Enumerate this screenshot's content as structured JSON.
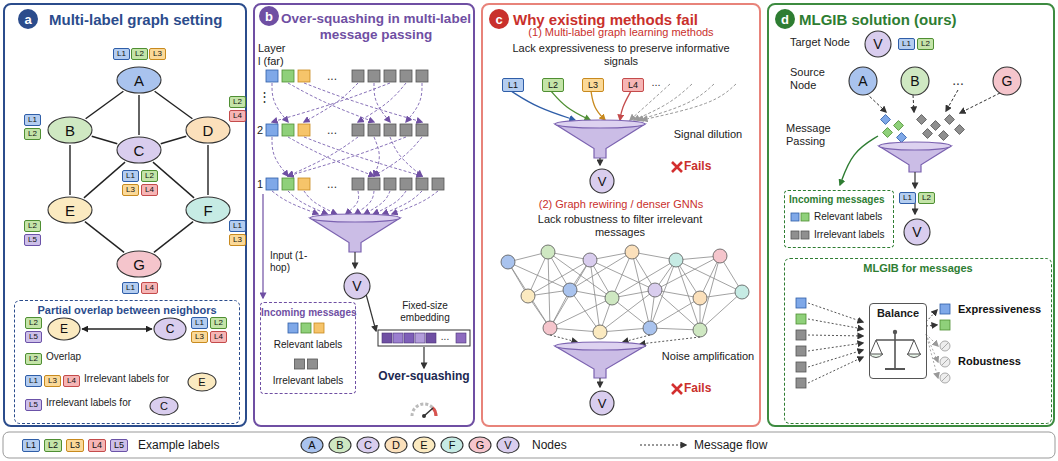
{
  "diagram": {
    "nodes": [
      {
        "text": [
          "Multi-label graph setting"
        ]
      },
      {
        "text": [
          "a"
        ],
        "in": 0
      },
      {
        "text": [
          "A"
        ],
        "in": 0
      },
      {
        "text": [
          "L1"
        ],
        "in": 0
      },
      {
        "text": [
          "L2"
        ],
        "in": 0
      },
      {
        "text": [
          "L3"
        ],
        "in": 0
      },
      {
        "text": [
          "B"
        ],
        "in": 0
      },
      {
        "text": [
          "L1"
        ],
        "in": 0
      },
      {
        "text": [
          "L2"
        ],
        "in": 0
      },
      {
        "text": [
          "C"
        ],
        "in": 0
      },
      {
        "text": [
          "L1"
        ],
        "in": 0
      },
      {
        "text": [
          "L2"
        ],
        "in": 0
      },
      {
        "text": [
          "L3"
        ],
        "in": 0
      },
      {
        "text": [
          "L4"
        ],
        "in": 0
      },
      {
        "text": [
          "D"
        ],
        "in": 0
      },
      {
        "text": [
          "L2"
        ],
        "in": 0
      },
      {
        "text": [
          "L4"
        ],
        "in": 0
      },
      {
        "text": [
          "E"
        ],
        "in": 0
      },
      {
        "text": [
          "L2"
        ],
        "in": 0
      },
      {
        "text": [
          "L5"
        ],
        "in": 0
      },
      {
        "text": [
          "F"
        ],
        "in": 0
      },
      {
        "text": [
          "L1"
        ],
        "in": 0
      },
      {
        "text": [
          "L3"
        ],
        "in": 0
      },
      {
        "text": [
          "G"
        ],
        "in": 0
      },
      {
        "text": [
          "L1"
        ],
        "in": 0
      },
      {
        "text": [
          "L4"
        ],
        "in": 0
      },
      {
        "text": [
          "Partial overlap between neighbors"
        ],
        "in": 0
      },
      {
        "text": [
          "L2"
        ],
        "in": 26
      },
      {
        "text": [
          "L5"
        ],
        "in": 26
      },
      {
        "text": [
          "E"
        ],
        "in": 26
      },
      {
        "text": [
          "C"
        ],
        "in": 26
      },
      {
        "text": [
          "L1"
        ],
        "in": 26
      },
      {
        "text": [
          "L2"
        ],
        "in": 26
      },
      {
        "text": [
          "L3"
        ],
        "in": 26
      },
      {
        "text": [
          "L4"
        ],
        "in": 26
      },
      {
        "text": [
          "L2"
        ],
        "in": 26
      },
      {
        "text": [
          "L1"
        ],
        "in": 26
      },
      {
        "text": [
          "L3"
        ],
        "in": 26
      },
      {
        "text": [
          "L4"
        ],
        "in": 26
      },
      {
        "text": [
          "E"
        ],
        "in": 26
      },
      {
        "text": [
          "L5"
        ],
        "in": 26
      },
      {
        "text": [
          "C"
        ],
        "in": 26
      },
      {
        "text": [
          "Over-squashing in multi-label message passing"
        ]
      },
      {
        "text": [
          "b"
        ],
        "in": 42
      },
      {
        "text": [
          "V"
        ],
        "in": 42
      },
      {
        "text": [
          "Incoming messages",
          "Relevant labels",
          "Irrelevant labels"
        ],
        "in": 42
      },
      {
        "text": [
          "Why existing methods fail"
        ]
      },
      {
        "text": [
          "c"
        ],
        "in": 46
      },
      {
        "text": [
          "L1"
        ],
        "in": 46
      },
      {
        "text": [
          "L2"
        ],
        "in": 46
      },
      {
        "text": [
          "L3"
        ],
        "in": 46
      },
      {
        "text": [
          "L4"
        ],
        "in": 46
      },
      {
        "text": [
          "V"
        ],
        "in": 46
      },
      {
        "text": [
          "V"
        ],
        "in": 46
      },
      {
        "text": [
          "MLGIB solution (ours)"
        ]
      },
      {
        "text": [
          "d"
        ],
        "in": 54
      },
      {
        "text": [
          "V"
        ],
        "in": 54
      },
      {
        "text": [
          "L1"
        ],
        "in": 54
      },
      {
        "text": [
          "L2"
        ],
        "in": 54
      },
      {
        "text": [
          "A"
        ],
        "in": 54
      },
      {
        "text": [
          "B"
        ],
        "in": 54
      },
      {
        "text": [
          "G"
        ],
        "in": 54
      },
      {
        "text": [
          "Incoming messages",
          "Relevant labels",
          "Irrelevant labels"
        ],
        "in": 54
      },
      {
        "text": [
          "L1"
        ],
        "in": 54
      },
      {
        "text": [
          "L2"
        ],
        "in": 54
      },
      {
        "text": [
          "V"
        ],
        "in": 54
      },
      {
        "text": [
          "MLGIB for messages"
        ],
        "in": 54
      },
      {
        "text": [
          "Balance"
        ],
        "in": 66
      },
      {
        "text": [
          "L1"
        ]
      },
      {
        "text": [
          "L2"
        ]
      },
      {
        "text": [
          "L3"
        ]
      },
      {
        "text": [
          "L4"
        ]
      },
      {
        "text": [
          "L5"
        ]
      },
      {
        "text": [
          "A"
        ]
      },
      {
        "text": [
          "B"
        ]
      },
      {
        "text": [
          "C"
        ]
      },
      {
        "text": [
          "D"
        ]
      },
      {
        "text": [
          "E"
        ]
      },
      {
        "text": [
          "F"
        ]
      },
      {
        "text": [
          "G"
        ]
      },
      {
        "text": [
          "V"
        ]
      }
    ],
    "edges": [
      {
        "from": 2,
        "to": 6,
        "arrow": "none"
      },
      {
        "from": 2,
        "to": 9,
        "arrow": "none"
      },
      {
        "from": 2,
        "to": 14,
        "arrow": "none"
      },
      {
        "from": 6,
        "to": 9,
        "arrow": "none"
      },
      {
        "from": 9,
        "to": 14,
        "arrow": "none"
      },
      {
        "from": 6,
        "to": 17,
        "arrow": "none"
      },
      {
        "from": 14,
        "to": 20,
        "arrow": "none"
      },
      {
        "from": 9,
        "to": 17,
        "arrow": "none"
      },
      {
        "from": 9,
        "to": 20,
        "arrow": "none"
      },
      {
        "from": 17,
        "to": 23,
        "arrow": "none"
      },
      {
        "from": 20,
        "to": 23,
        "arrow": "none"
      },
      {
        "from": 29,
        "to": 30,
        "arrow": "both"
      }
    ],
    "labels": [
      "Overlap",
      "Irrelevant labels for",
      "Irrelevant labels for",
      "Layer l (far)",
      "⋮",
      "2",
      "1",
      "...",
      "...",
      "...",
      "Input (1-hop)",
      "Fixed-size embedding",
      "...",
      "Over-squashing",
      "(1) Multi-label graph learning methods",
      "Lack expressiveness to preserve informative signals",
      "...",
      "Signal dilution",
      "Fails",
      "(2) Graph rewiring / denser GNNs",
      "Lack robustness to filter irrelevant messages",
      "Noise amplification",
      "Fails",
      "Target Node",
      "Source Node",
      "...",
      "Message Passing",
      "Expressiveness",
      "Robustness"
    ],
    "legend": [
      {
        "text": "Example labels"
      },
      {
        "text": "Nodes"
      },
      {
        "text": "Message flow"
      }
    ]
  }
}
